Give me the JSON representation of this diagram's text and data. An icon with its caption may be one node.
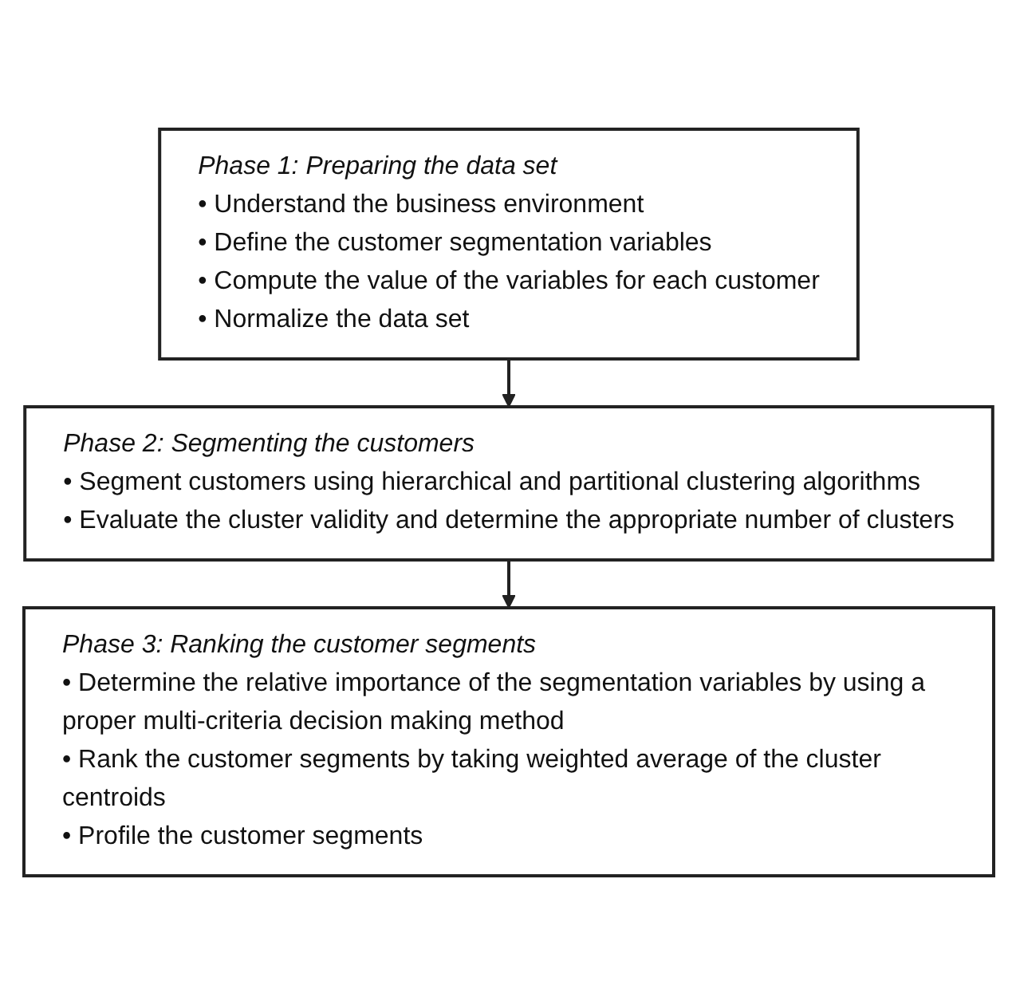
{
  "diagram": {
    "nodes": [
      {
        "text": [
          "Phase 1: Preparing the data set",
          "• Understand the business environment",
          "• Define the customer segmentation variables",
          "• Compute the value of the variables for each customer",
          "• Normalize the data set"
        ]
      },
      {
        "text": [
          "Phase 2: Segmenting the customers",
          "• Segment customers using hierarchical and partitional clustering algorithms",
          "• Evaluate the cluster validity and determine the appropriate number of clusters"
        ]
      },
      {
        "text": [
          "Phase 3: Ranking the customer segments",
          "• Determine the relative importance of the segmentation variables by using a proper multi-criteria decision making method",
          "• Rank the customer segments by taking weighted average of the cluster centroids",
          "• Profile the customer segments"
        ]
      }
    ],
    "edges": [
      {
        "from": 0,
        "to": 1,
        "arrow": "to"
      },
      {
        "from": 1,
        "to": 2,
        "arrow": "to"
      }
    ]
  }
}
